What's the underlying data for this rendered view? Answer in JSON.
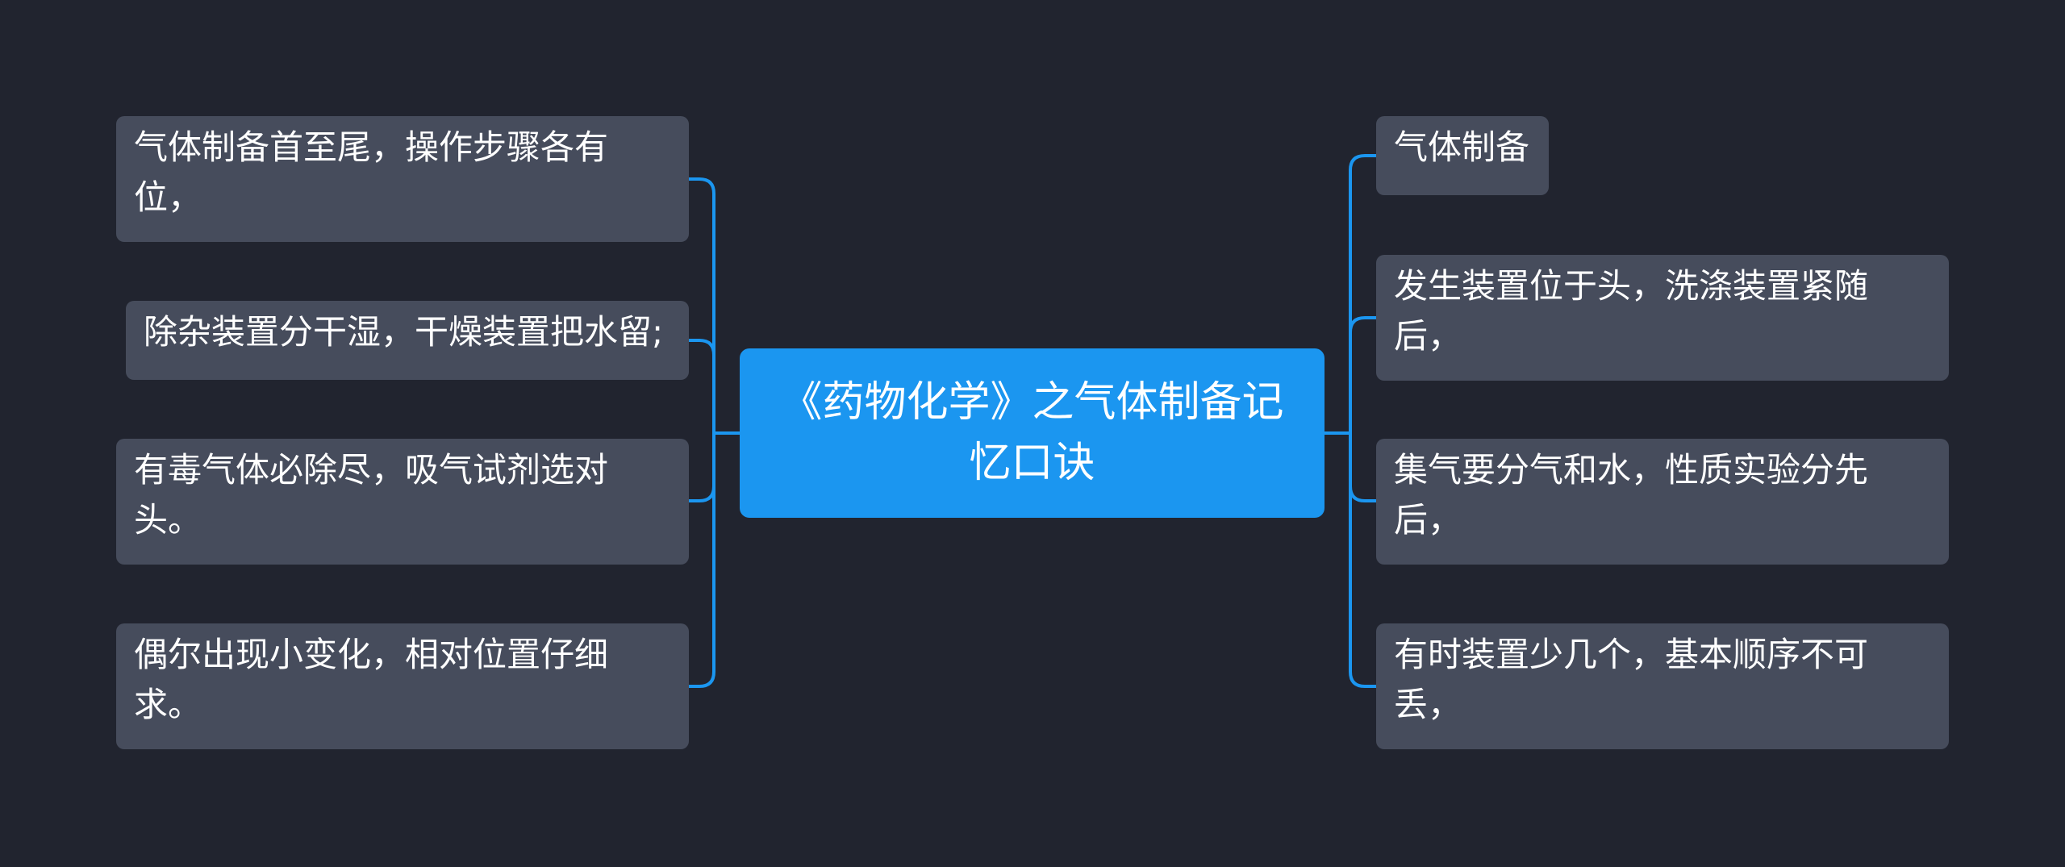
{
  "colors": {
    "background": "#21242f",
    "central_fill": "#1b96f0",
    "node_fill": "#464c5c",
    "connector": "#1b96f0",
    "text": "#ffffff"
  },
  "central": {
    "title": "《药物化学》之气体制备记忆口诀"
  },
  "left_branches": [
    {
      "text": "气体制备首至尾，操作步骤各有位，"
    },
    {
      "text": "除杂装置分干湿，干燥装置把水留;"
    },
    {
      "text": "有毒气体必除尽，吸气试剂选对头。"
    },
    {
      "text": "偶尔出现小变化，相对位置仔细求。"
    }
  ],
  "right_branches": [
    {
      "text": "气体制备"
    },
    {
      "text": "发生装置位于头，洗涤装置紧随后，"
    },
    {
      "text": "集气要分气和水，性质实验分先后，"
    },
    {
      "text": "有时装置少几个，基本顺序不可丢，"
    }
  ]
}
